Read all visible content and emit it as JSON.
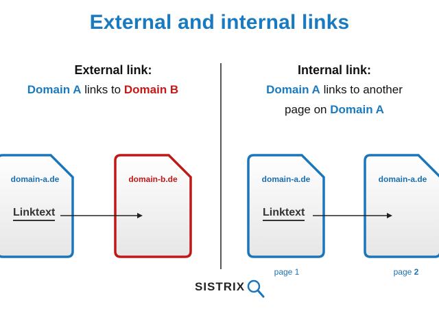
{
  "title": "External and internal links",
  "external": {
    "heading": "External link:",
    "line1": {
      "domain_a": "Domain A",
      "links_to": "links to",
      "domain_b": "Domain B"
    },
    "source_doc": {
      "domain": "domain-a.de",
      "linktext": "Linktext"
    },
    "target_doc": {
      "domain": "domain-b.de"
    }
  },
  "internal": {
    "heading": "Internal link:",
    "line1": {
      "domain_a": "Domain A",
      "links_to": "links to another"
    },
    "line2": {
      "prefix": "page on",
      "domain_a": "Domain A"
    },
    "source_doc": {
      "domain": "domain-a.de",
      "linktext": "Linktext",
      "page_label": "page 1"
    },
    "target_doc": {
      "domain": "domain-a.de",
      "page_label_prefix": "page",
      "page_label_num": "2"
    }
  },
  "logo": {
    "text": "SISTRIX"
  },
  "colors": {
    "blue": "#1a7ac0",
    "red": "#c81717",
    "doc_border_blue": "#1b75bb",
    "doc_border_red": "#c01717"
  }
}
